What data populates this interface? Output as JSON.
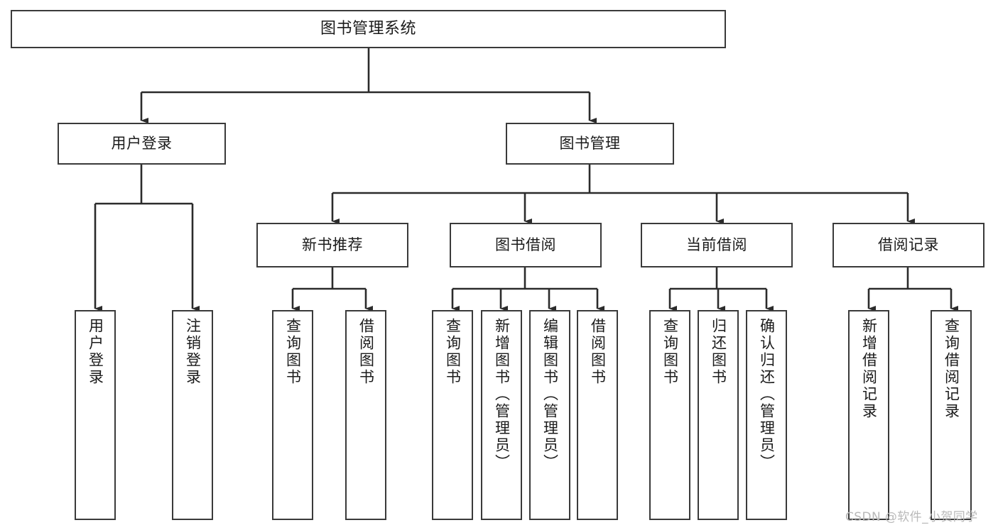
{
  "diagram": {
    "title": "图书管理系统",
    "type": "tree",
    "orientation": "top-down",
    "colors": {
      "box_border": "#3a3a3a",
      "box_fill": "#ffffff",
      "connector": "#2b2b2b",
      "text": "#1b1b1b",
      "watermark": "#b9b9b9",
      "background": "#ffffff"
    },
    "root": {
      "id": "root",
      "label": "图书管理系统"
    },
    "level2": [
      {
        "id": "user-login",
        "label": "用户登录"
      },
      {
        "id": "book-manage",
        "label": "图书管理"
      }
    ],
    "level3": [
      {
        "id": "new-book-rec",
        "label": "新书推荐",
        "parent": "book-manage"
      },
      {
        "id": "book-borrow",
        "label": "图书借阅",
        "parent": "book-manage"
      },
      {
        "id": "current-borrow",
        "label": "当前借阅",
        "parent": "book-manage"
      },
      {
        "id": "borrow-record",
        "label": "借阅记录",
        "parent": "book-manage"
      }
    ],
    "leaves": {
      "user-login": [
        {
          "id": "leaf-user-login",
          "label": "用户登录"
        },
        {
          "id": "leaf-user-logout",
          "label": "注销登录"
        }
      ],
      "new-book-rec": [
        {
          "id": "leaf-query-book-1",
          "label": "查询图书"
        },
        {
          "id": "leaf-borrow-book-1",
          "label": "借阅图书"
        }
      ],
      "book-borrow": [
        {
          "id": "leaf-query-book-2",
          "label": "查询图书"
        },
        {
          "id": "leaf-add-book",
          "label": "新增图书（管理员）"
        },
        {
          "id": "leaf-edit-book",
          "label": "编辑图书（管理员）"
        },
        {
          "id": "leaf-borrow-book-2",
          "label": "借阅图书"
        }
      ],
      "current-borrow": [
        {
          "id": "leaf-query-book-3",
          "label": "查询图书"
        },
        {
          "id": "leaf-return-book",
          "label": "归还图书"
        },
        {
          "id": "leaf-confirm-return",
          "label": "确认归还（管理员）"
        }
      ],
      "borrow-record": [
        {
          "id": "leaf-add-record",
          "label": "新增借阅记录"
        },
        {
          "id": "leaf-query-record",
          "label": "查询借阅记录"
        }
      ]
    }
  },
  "watermark": {
    "text": "CSDN @软件_小贺同学"
  }
}
